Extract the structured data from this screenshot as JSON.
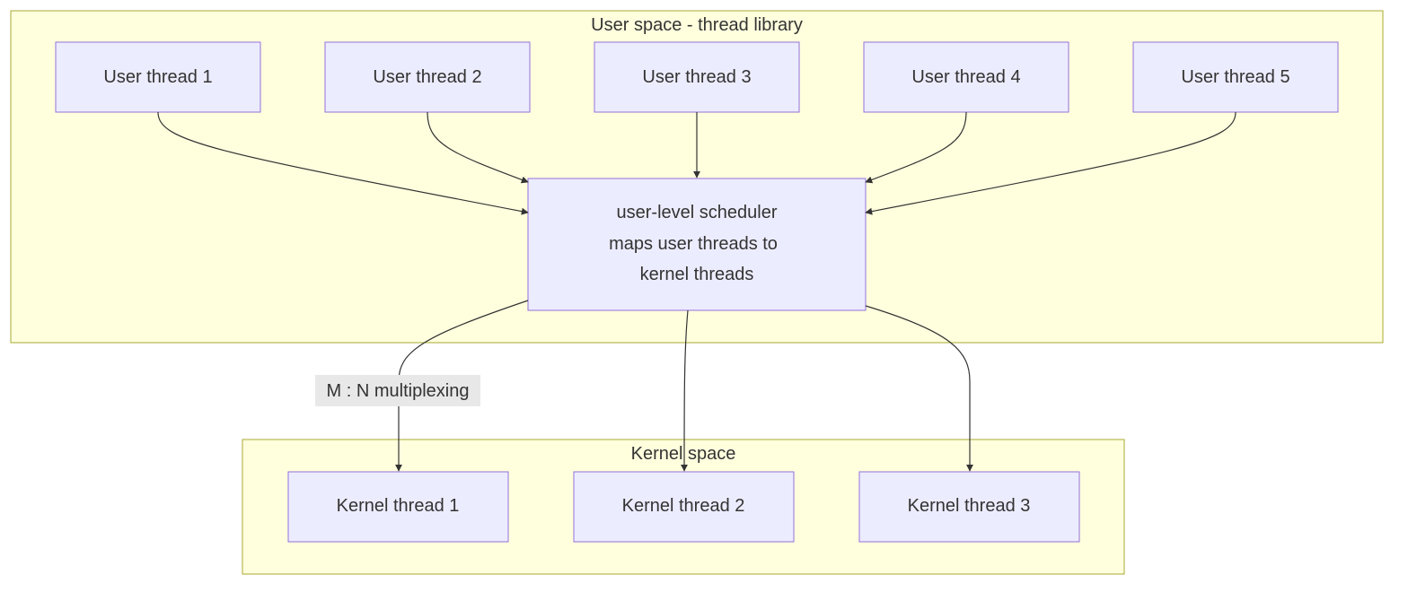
{
  "clusters": {
    "user_space": {
      "title": "User space - thread library"
    },
    "kernel_space": {
      "title": "Kernel space"
    }
  },
  "nodes": {
    "user_threads": [
      "User thread 1",
      "User thread 2",
      "User thread 3",
      "User thread 4",
      "User thread 5"
    ],
    "scheduler": [
      "user-level scheduler",
      "maps user threads to",
      "kernel threads"
    ],
    "kernel_threads": [
      "Kernel thread 1",
      "Kernel thread 2",
      "Kernel thread 3"
    ]
  },
  "edges": {
    "multiplexing_label": "M : N multiplexing"
  },
  "colors": {
    "cluster_fill": "#ffffde",
    "cluster_stroke": "#aaaa33",
    "node_fill": "#ececff",
    "node_stroke": "#9370db",
    "edge": "#333333",
    "edge_label_bg": "#e8e8e8"
  }
}
